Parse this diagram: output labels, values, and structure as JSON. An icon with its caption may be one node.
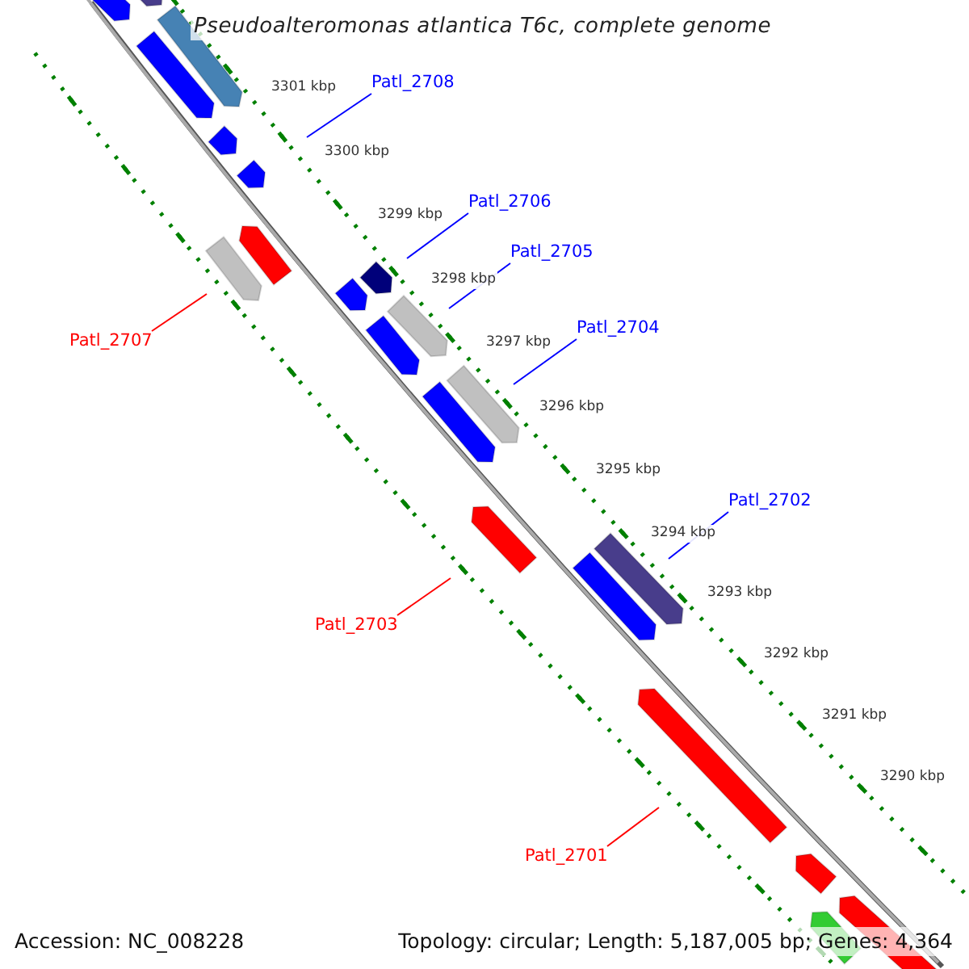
{
  "diagram": {
    "title": "Pseudoalteromonas atlantica T6c, complete genome",
    "nodes": [
      {
        "text": [
          "Patl_2708"
        ]
      },
      {
        "text": [
          "Patl_2706"
        ]
      },
      {
        "text": [
          "Patl_2705"
        ]
      },
      {
        "text": [
          "Patl_2707"
        ]
      },
      {
        "text": [
          "Patl_2704"
        ]
      },
      {
        "text": [
          "Patl_2702"
        ]
      },
      {
        "text": [
          "Patl_2703"
        ]
      },
      {
        "text": [
          "Patl_2701"
        ]
      }
    ],
    "edges": [
      {
        "from": 0,
        "to": null,
        "arrow": "none"
      },
      {
        "from": 1,
        "to": null,
        "arrow": "none"
      },
      {
        "from": 2,
        "to": null,
        "arrow": "none"
      },
      {
        "from": 3,
        "to": null,
        "arrow": "none",
        "color": "#ff0000"
      },
      {
        "from": 4,
        "to": null,
        "arrow": "none"
      },
      {
        "from": 5,
        "to": null,
        "arrow": "none"
      },
      {
        "from": 6,
        "to": null,
        "arrow": "none",
        "color": "#ff0000"
      },
      {
        "from": 7,
        "to": null,
        "arrow": "none",
        "color": "#ff0000"
      }
    ],
    "labels": [
      "3301 kbp",
      "3300 kbp",
      "3299 kbp",
      "3298 kbp",
      "3297 kbp",
      "3296 kbp",
      "3295 kbp",
      "3294 kbp",
      "3293 kbp",
      "3292 kbp",
      "3291 kbp",
      "3290 kbp",
      "Accession: NC_008228",
      "Topology: circular; Length: 5,187,005 bp; Genes: 4,364"
    ]
  }
}
